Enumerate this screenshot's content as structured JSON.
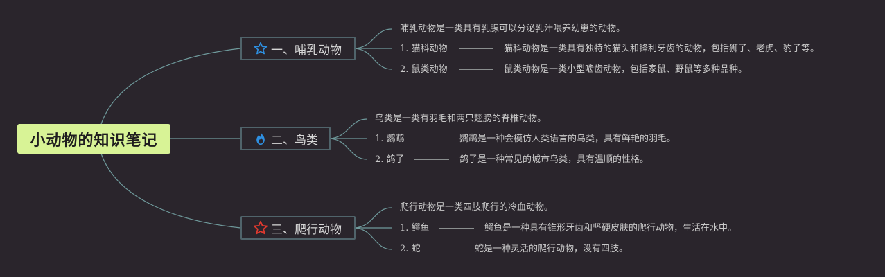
{
  "root": {
    "title": "小动物的知识笔记"
  },
  "branches": [
    {
      "title": "一、哺乳动物",
      "icon": "star-outline-icon",
      "icon_color": "#2e8fe0",
      "intro": "哺乳动物是一类具有乳腺可以分泌乳汁喂养幼崽的动物。",
      "items": [
        {
          "label": "1. 猫科动物",
          "desc": "猫科动物是一类具有独特的猫头和锋利牙齿的动物，包括狮子、老虎、豹子等。"
        },
        {
          "label": "2. 鼠类动物",
          "desc": "鼠类动物是一类小型啮齿动物，包括家鼠、野鼠等多种品种。"
        }
      ]
    },
    {
      "title": "二、鸟类",
      "icon": "fire-icon",
      "icon_color": "#2e8fe0",
      "intro": "鸟类是一类有羽毛和两只翅膀的脊椎动物。",
      "items": [
        {
          "label": "1. 鹦鹉",
          "desc": "鹦鹉是一种会模仿人类语言的鸟类，具有鲜艳的羽毛。"
        },
        {
          "label": "2. 鸽子",
          "desc": "鸽子是一种常见的城市鸟类，具有温顺的性格。"
        }
      ]
    },
    {
      "title": "三、爬行动物",
      "icon": "star-outline-icon",
      "icon_color": "#e0392e",
      "intro": "爬行动物是一类四肢爬行的冷血动物。",
      "items": [
        {
          "label": "1. 鳄鱼",
          "desc": "鳄鱼是一种具有锥形牙齿和坚硬皮肤的爬行动物，生活在水中。"
        },
        {
          "label": "2. 蛇",
          "desc": "蛇是一种灵活的爬行动物，没有四肢。"
        }
      ]
    }
  ],
  "colors": {
    "background": "#2a252c",
    "root_fill": "#d8f396",
    "connector": "#6f9a9c",
    "branch_border": "#50646b"
  }
}
